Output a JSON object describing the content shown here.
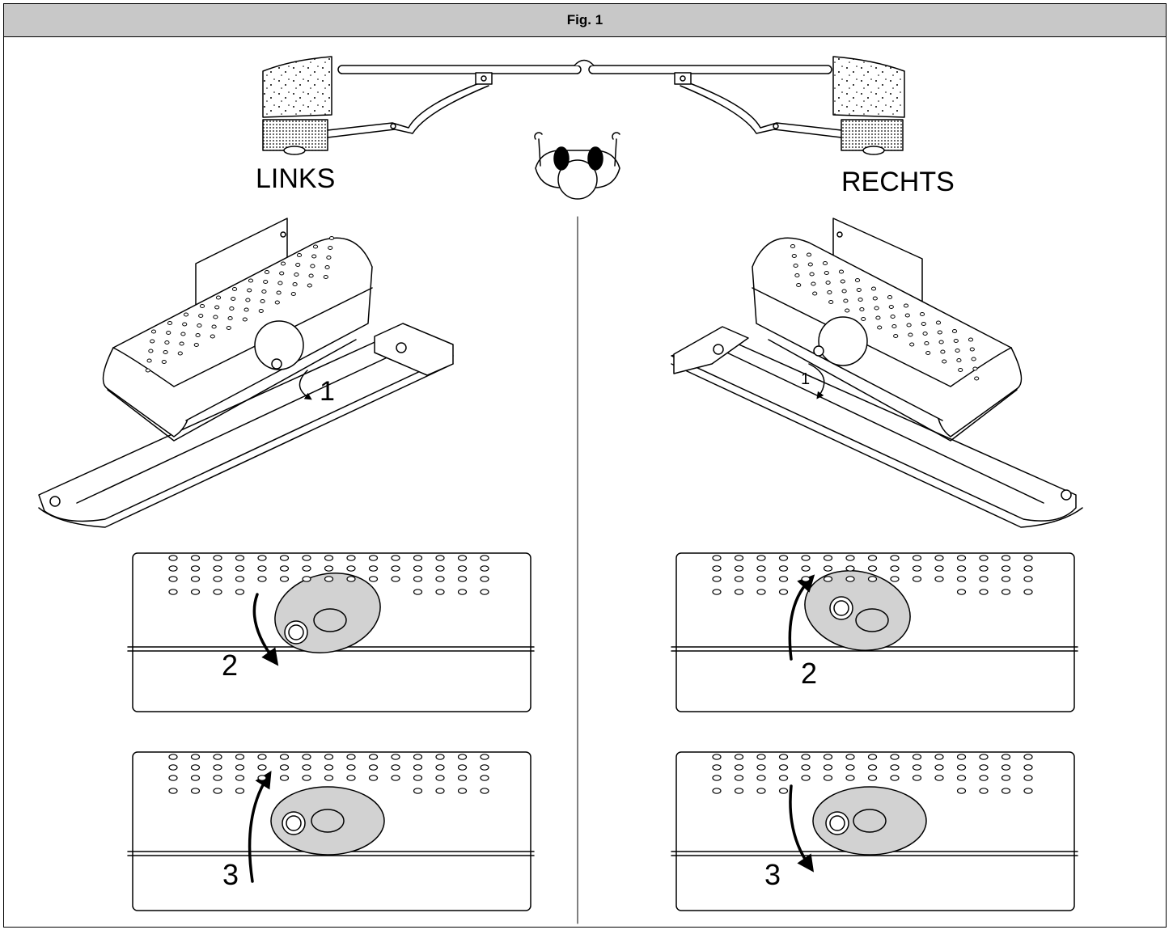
{
  "figure": {
    "title": "Fig. 1"
  },
  "labels": {
    "left": "LINKS",
    "right": "RECHTS"
  },
  "steps": {
    "left": {
      "rotate": "1",
      "open": "2",
      "close": "3"
    },
    "right": {
      "rotate": "1",
      "open": "2",
      "close": "3"
    }
  },
  "colors": {
    "cover": "#d2d2d2",
    "line": "#000000",
    "header": "#c8c8c8"
  }
}
